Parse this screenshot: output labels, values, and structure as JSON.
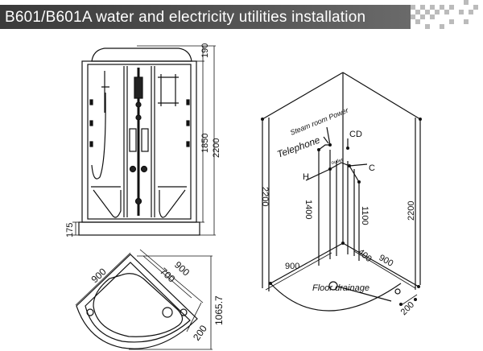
{
  "header": {
    "title": "B601/B601A  water and electricity utilities installation"
  },
  "front_view": {
    "dims": {
      "top": "190",
      "middle": "1850",
      "total": "2200",
      "base": "175"
    }
  },
  "plan_view": {
    "dims": {
      "left_side": "900",
      "inner": "700",
      "right_side": "900",
      "drain_offset": "200",
      "depth": "1065.7"
    }
  },
  "iso_view": {
    "labels": {
      "steam_power": "Steam room Power",
      "telephone": "Telephone",
      "cd": "CD",
      "h": "H",
      "c": "C",
      "outlet": "outlet",
      "floor_drainage": "Floor drainage"
    },
    "dims": {
      "left_height": "2200",
      "right_height": "2200",
      "h_height": "1400",
      "c_height": "1100",
      "left_width": "900",
      "right_width": "900",
      "drain_a": "400",
      "drain_b": "200"
    }
  },
  "colors": {
    "header_bg": "#444444",
    "line": "#111111"
  }
}
